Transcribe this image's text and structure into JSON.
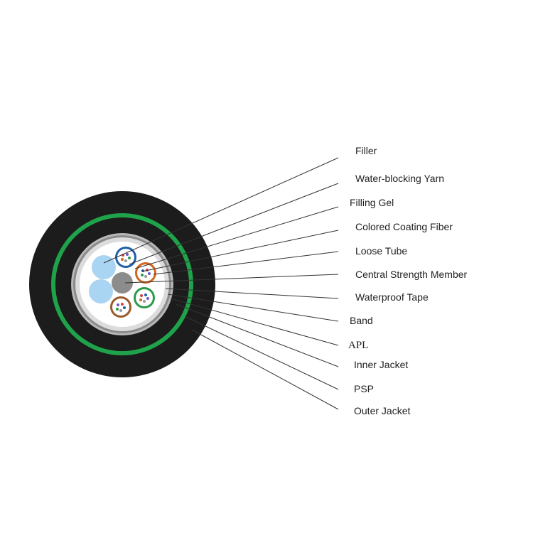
{
  "labels": {
    "filler": "Filler",
    "water_blocking_yarn": "Water-blocking Yarn",
    "filling_gel": "Filling Gel",
    "colored_coating_fiber": "Colored Coating Fiber",
    "loose_tube": "Loose Tube",
    "central_strength_member": "Central Strength Member",
    "waterproof_tape": "Waterproof Tape",
    "band": "Band",
    "apl": "APL",
    "inner_jacket": "Inner Jacket",
    "psp": "PSP",
    "outer_jacket": "Outer Jacket"
  },
  "colors": {
    "outer_jacket": "#1c1c1c",
    "psp": "#1fa24a",
    "inner_jacket": "#1c1c1c",
    "apl": "#b8b8b8",
    "band": "#8a8a8a",
    "waterproof_tape": "#dcdcdc",
    "core_background": "#ffffff",
    "filler": "#a9d4f2",
    "central_strength_member": "#8c8c8c",
    "tube_blue": "#1f5fa8",
    "tube_orange": "#d2661c",
    "tube_green": "#2a9a4a",
    "tube_brown": "#9a5a28"
  }
}
